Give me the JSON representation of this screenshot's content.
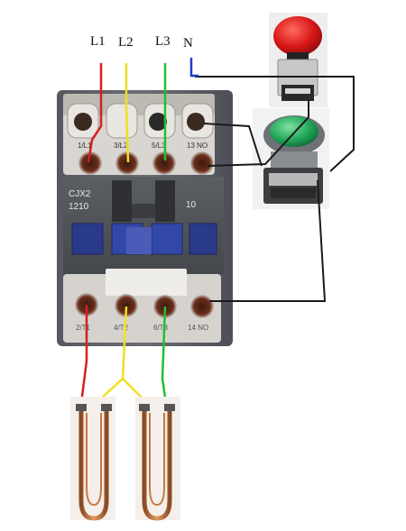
{
  "supply": {
    "l1": "L1",
    "l2": "L2",
    "l3": "L3",
    "n": "N"
  },
  "contactor": {
    "model_line1": "CJX2",
    "model_line2": "1210",
    "rating": "10",
    "top_terminals": [
      "1/L1",
      "3/L2",
      "5/L3",
      "13 NO"
    ],
    "bottom_terminals": [
      "2/T1",
      "4/T2",
      "6/T3",
      "14 NO"
    ]
  },
  "wire_colors": {
    "l1": "#d42020",
    "l2": "#f0e020",
    "l3": "#20c030",
    "control": "#1a1a1a",
    "neutral": "#1a3acc"
  },
  "buttons": {
    "stop_color": "#d81818",
    "start_color": "#22a85a"
  },
  "icons": [
    "emergency-stop-button-icon",
    "start-push-button-icon",
    "heating-element-icon"
  ]
}
